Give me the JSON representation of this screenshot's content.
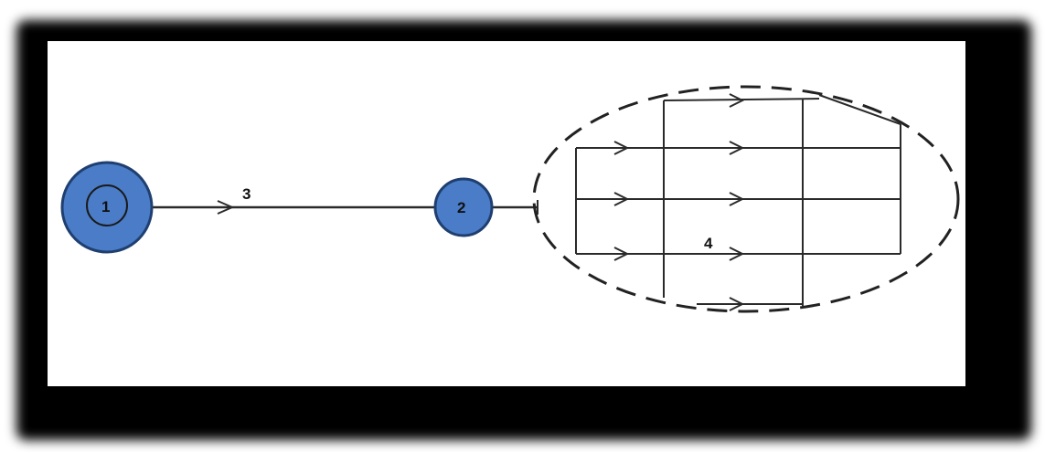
{
  "colors": {
    "background_frame": "#000000",
    "canvas": "#ffffff",
    "node_fill": "#4a7cc7",
    "node_stroke": "#1f3f70",
    "line": "#2a2a2a",
    "dashed_boundary": "#222222"
  },
  "nodes": [
    {
      "id": "node-1",
      "label": "1",
      "has_inner_ring": true
    },
    {
      "id": "node-2",
      "label": "2",
      "has_inner_ring": false
    }
  ],
  "edges": [
    {
      "id": "edge-3",
      "label": "3",
      "from": "node-1",
      "to": "node-2"
    },
    {
      "id": "edge-4",
      "label": "4",
      "from": "node-2",
      "to": "distribution-grid"
    }
  ]
}
